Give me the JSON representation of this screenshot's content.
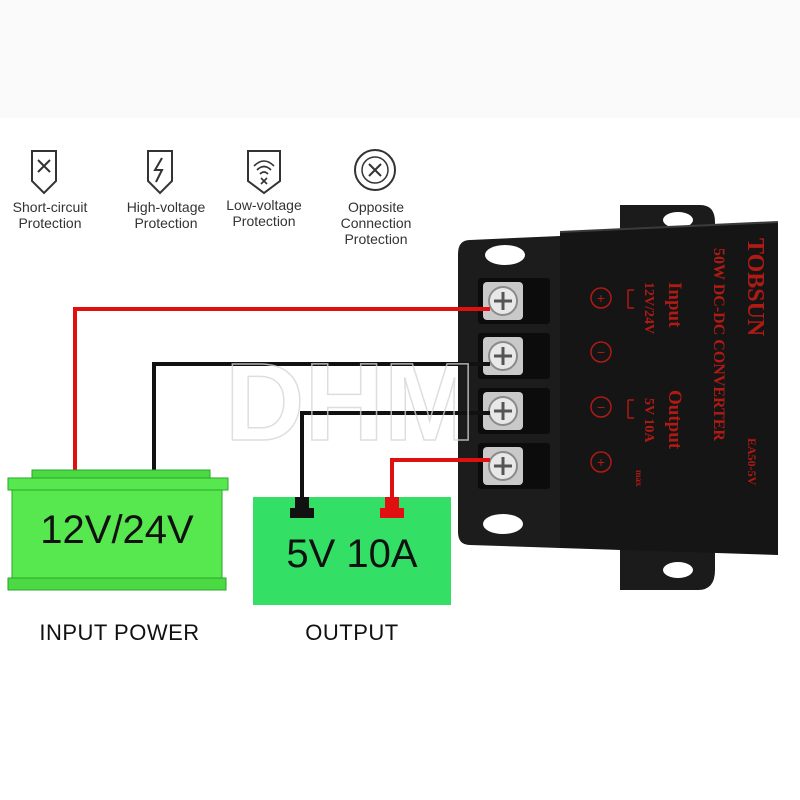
{
  "features": [
    {
      "label": "Short-circuit\nProtection",
      "icon": "short-circuit-icon"
    },
    {
      "label": "High-voltage\nProtection",
      "icon": "high-voltage-icon"
    },
    {
      "label": "Low-voltage\nProtection",
      "icon": "low-voltage-icon"
    },
    {
      "label": "Opposite\nConnection\nProtection",
      "icon": "opposite-connection-icon"
    }
  ],
  "input_battery": {
    "voltage": "12V/24V",
    "caption": "INPUT POWER",
    "color": "#57e84f"
  },
  "output_load": {
    "value": "5V 10A",
    "caption": "OUTPUT",
    "color": "#33e065"
  },
  "device": {
    "brand": "TOBSUN",
    "product": "50W DC-DC CONVERTER",
    "model": "EA50-5V",
    "input_label": "Input",
    "input_voltage": "12V/24V",
    "output_label": "Output",
    "output_rating": "5V 10A",
    "output_max": "max",
    "terminal_signs": [
      "+",
      "−",
      "−",
      "+"
    ],
    "text_color": "#b01a14",
    "body_color": "#151515"
  },
  "watermark": "DHM",
  "wire_colors": {
    "positive": "#e01010",
    "negative": "#111111"
  }
}
